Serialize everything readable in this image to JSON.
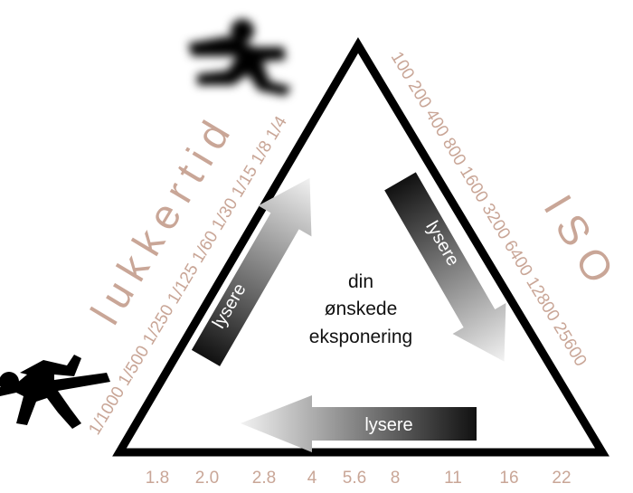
{
  "center_label": [
    "din",
    "ønskede",
    "eksponering"
  ],
  "arrows": {
    "left_label": "lysere",
    "right_label": "lysere",
    "bottom_label": "lysere"
  },
  "shutter": {
    "title": "lukkertid",
    "values": [
      "1/1000",
      "1/500",
      "1/250",
      "1/125",
      "1/60",
      "1/30",
      "1/15",
      "1/8",
      "1/4"
    ]
  },
  "iso": {
    "title": "ISO",
    "values": [
      "100",
      "200",
      "400",
      "800",
      "1600",
      "3200",
      "6400",
      "12800",
      "25600"
    ]
  },
  "aperture": {
    "values": [
      "1.8",
      "2.0",
      "2.8",
      "4",
      "5.6",
      "8",
      "11",
      "16",
      "22"
    ]
  },
  "colors": {
    "label": "#c9a697",
    "triangle": "#000000"
  },
  "icons": [
    "running-person-blurred-icon",
    "running-person-sharp-icon"
  ]
}
